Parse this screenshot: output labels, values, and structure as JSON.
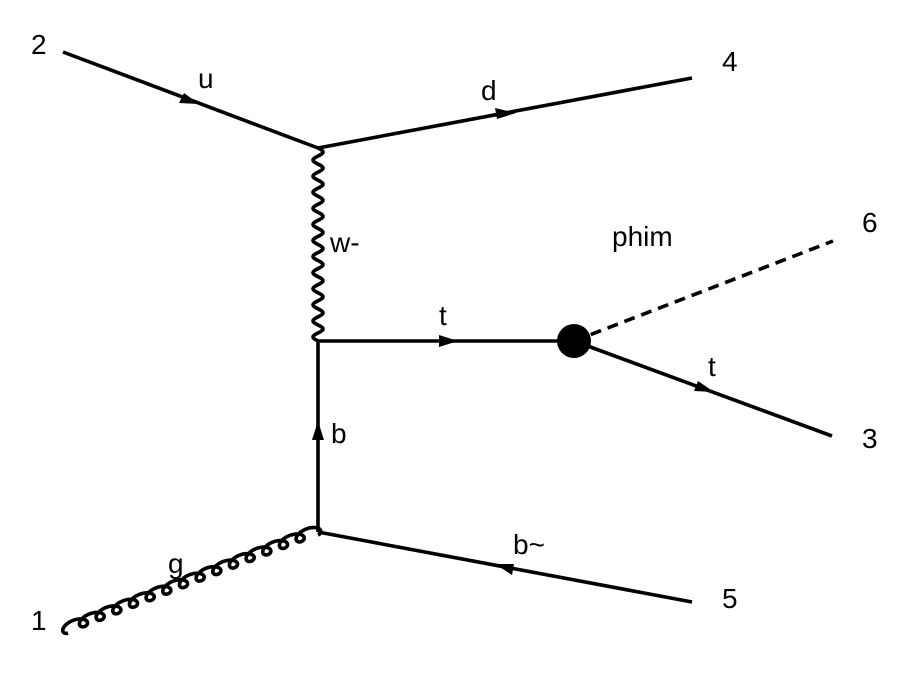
{
  "diagram": {
    "external_labels": {
      "p1": "1",
      "p2": "2",
      "p3": "3",
      "p4": "4",
      "p5": "5",
      "p6": "6"
    },
    "particles": {
      "incoming_quark": "u",
      "outgoing_quark": "d",
      "exchange_boson": "w-",
      "internal_top": "t",
      "outgoing_top": "t",
      "scalar": "phim",
      "internal_bottom": "b",
      "antibottom": "b~",
      "gluon": "g"
    }
  }
}
